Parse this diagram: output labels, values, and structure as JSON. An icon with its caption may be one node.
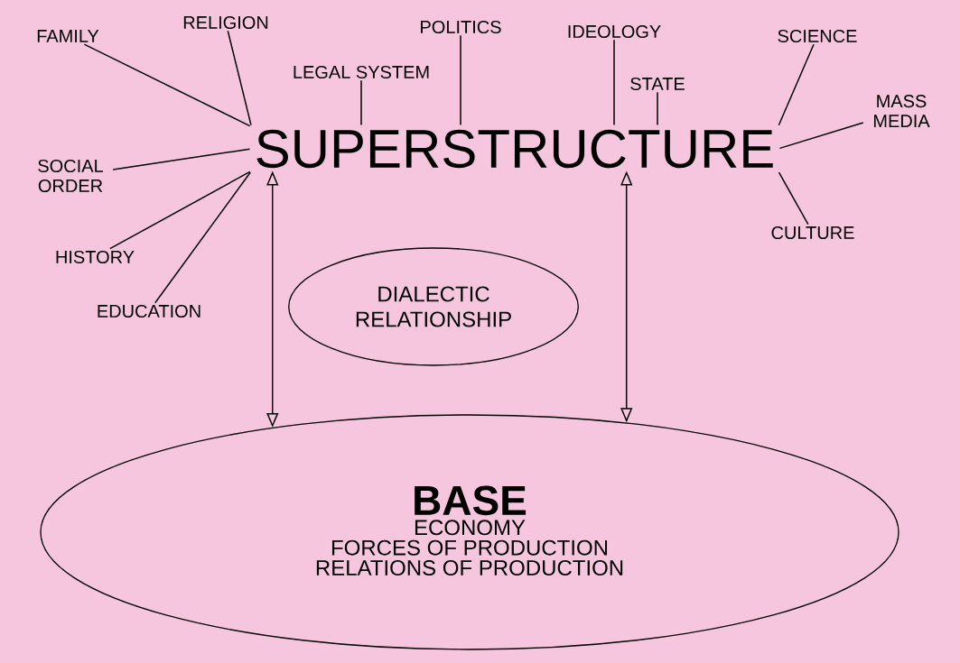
{
  "diagram": {
    "nodes": [
      {
        "text": [
          "SUPERSTRUCTURE"
        ]
      },
      {
        "text": [
          "FAMILY"
        ]
      },
      {
        "text": [
          "RELIGION"
        ]
      },
      {
        "text": [
          "LEGAL SYSTEM"
        ]
      },
      {
        "text": [
          "POLITICS"
        ]
      },
      {
        "text": [
          "IDEOLOGY"
        ]
      },
      {
        "text": [
          "STATE"
        ]
      },
      {
        "text": [
          "SCIENCE"
        ]
      },
      {
        "text": [
          "MASS MEDIA"
        ]
      },
      {
        "text": [
          "SOCIAL ORDER"
        ]
      },
      {
        "text": [
          "CULTURE"
        ]
      },
      {
        "text": [
          "HISTORY"
        ]
      },
      {
        "text": [
          "EDUCATION"
        ]
      },
      {
        "text": [
          "DIALECTIC RELATIONSHIP"
        ]
      },
      {
        "text": [
          "BASE",
          "ECONOMY",
          "FORCES OF PRODUCTION",
          "RELATIONS OF PRODUCTION"
        ]
      }
    ],
    "edges": [
      {
        "from": 1,
        "to": 0,
        "arrow": "none"
      },
      {
        "from": 2,
        "to": 0,
        "arrow": "none"
      },
      {
        "from": 3,
        "to": 0,
        "arrow": "none"
      },
      {
        "from": 4,
        "to": 0,
        "arrow": "none"
      },
      {
        "from": 5,
        "to": 0,
        "arrow": "none"
      },
      {
        "from": 6,
        "to": 0,
        "arrow": "none"
      },
      {
        "from": 7,
        "to": 0,
        "arrow": "none"
      },
      {
        "from": 8,
        "to": 0,
        "arrow": "none"
      },
      {
        "from": 9,
        "to": 0,
        "arrow": "none"
      },
      {
        "from": 10,
        "to": 0,
        "arrow": "none"
      },
      {
        "from": 11,
        "to": 0,
        "arrow": "none"
      },
      {
        "from": 12,
        "to": 0,
        "arrow": "none"
      },
      {
        "from": 14,
        "to": 0,
        "arrow": "both"
      },
      {
        "from": 14,
        "to": 0,
        "arrow": "both"
      }
    ]
  }
}
